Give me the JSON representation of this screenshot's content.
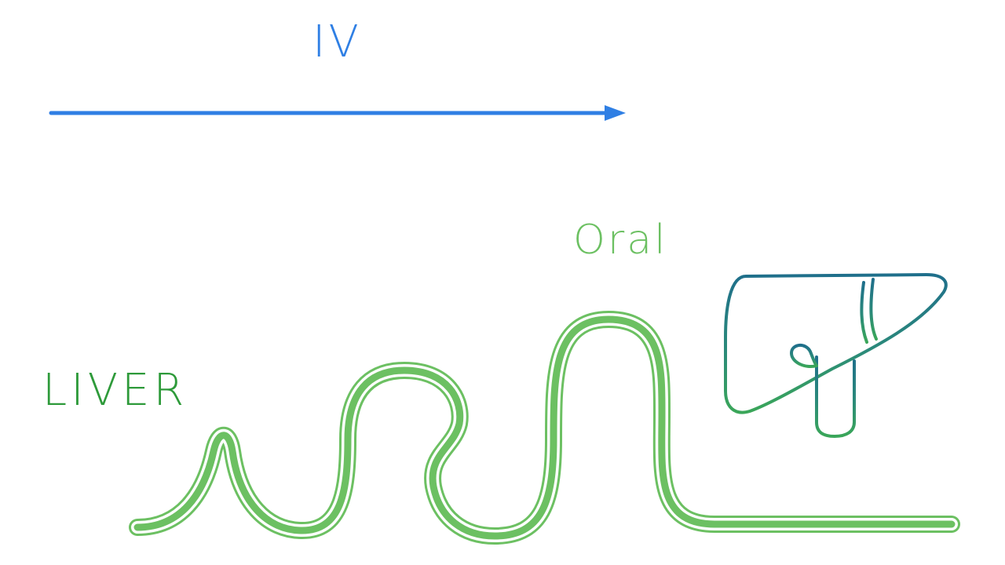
{
  "labels": {
    "iv": "IV",
    "oral": "Oral",
    "liver": "LIVER"
  },
  "colors": {
    "iv_route": "#2f7fe4",
    "oral_route": "#6cc062",
    "liver_text": "#2e9a3a",
    "liver_icon_top": "#1f6f8b",
    "liver_icon_bottom": "#3aa659",
    "background": "#ffffff"
  },
  "icons": {
    "route_arrow": "arrow-right-icon",
    "organ": "liver-icon",
    "path": "intestine-path"
  }
}
